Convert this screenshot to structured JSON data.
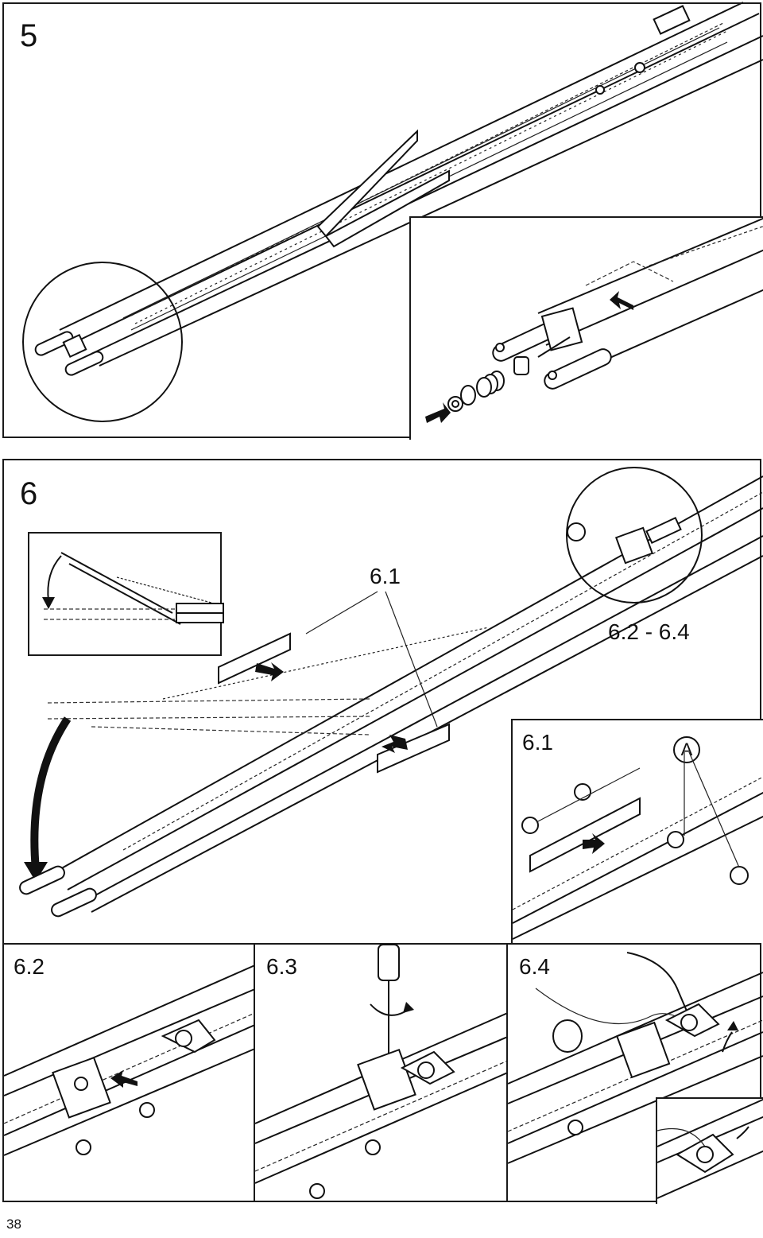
{
  "steps": {
    "step5": "5",
    "step6": "6"
  },
  "labels": {
    "main_6_1": "6.1",
    "range_6_2_6_4": "6.2 - 6.4",
    "detail_6_1": "6.1",
    "part_a": "A",
    "sub_6_2": "6.2",
    "sub_6_3": "6.3",
    "sub_6_4": "6.4"
  },
  "footer": {
    "page_number": "38"
  },
  "icons": [
    "arrow-icon",
    "rotate-arrow-icon",
    "screwdriver-icon",
    "nut-icon",
    "spring-icon",
    "hand-icon"
  ]
}
